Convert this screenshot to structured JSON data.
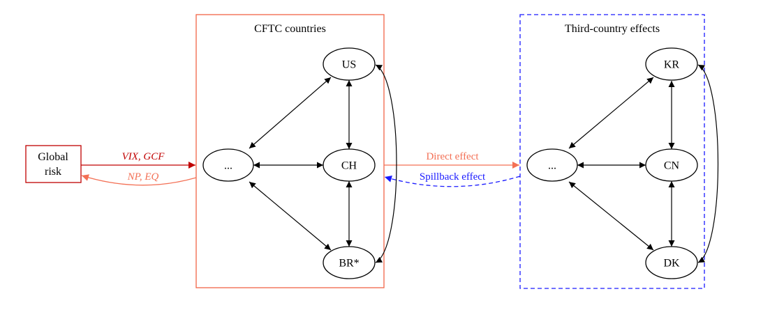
{
  "colors": {
    "cftc_border": "#f26446",
    "third_border": "#1a1aff",
    "global_border": "#c00000",
    "vix_edge": "#c00000",
    "np_edge": "#f37055",
    "direct_edge": "#f37055",
    "spillback_edge": "#1a1aff",
    "node_edge": "#000000"
  },
  "global_risk": {
    "line1": "Global",
    "line2": "risk"
  },
  "cftc": {
    "title": "CFTC countries",
    "nodes": {
      "top": "US",
      "middle": "CH",
      "bottom": "BR*",
      "left": "..."
    }
  },
  "third": {
    "title": "Third-country effects",
    "nodes": {
      "top": "KR",
      "middle": "CN",
      "bottom": "DK",
      "left": "..."
    }
  },
  "edges": {
    "vix": "VIX, GCF",
    "np": "NP, EQ",
    "direct": "Direct effect",
    "spillback": "Spillback effect"
  }
}
